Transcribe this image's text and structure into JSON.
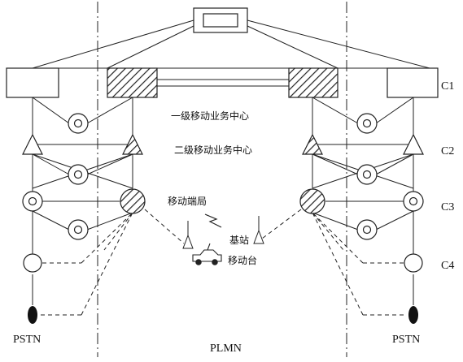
{
  "levels": {
    "c1": "C1",
    "c2": "C2",
    "c3": "C3",
    "c4": "C4"
  },
  "nodes": {
    "primary_msc": "一级移动业务中心",
    "secondary_msc": "二级移动业务中心",
    "mobile_end_office": "移动端局",
    "base_station": "基站",
    "mobile_station": "移动台"
  },
  "networks": {
    "pstn_left": "PSTN",
    "plmn": "PLMN",
    "pstn_right": "PSTN"
  }
}
